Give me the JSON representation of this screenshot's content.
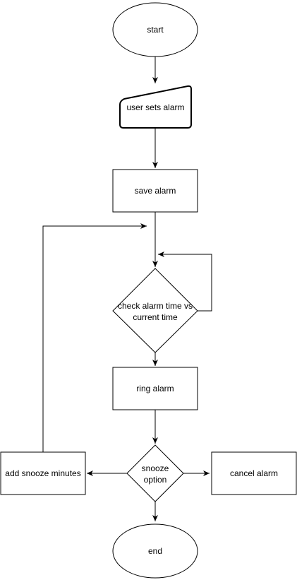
{
  "diagram": {
    "nodes": {
      "start": {
        "label": "start",
        "shape": "ellipse"
      },
      "user_sets_alarm": {
        "label": "user sets alarm",
        "shape": "manual-input"
      },
      "save_alarm": {
        "label": "save alarm",
        "shape": "rectangle"
      },
      "check_time": {
        "label": "check alarm time vs\ncurrent time",
        "shape": "diamond"
      },
      "ring_alarm": {
        "label": "ring alarm",
        "shape": "rectangle"
      },
      "snooze_option": {
        "label": "snooze\noption",
        "shape": "diamond"
      },
      "add_snooze": {
        "label": "add snooze minutes",
        "shape": "rectangle"
      },
      "cancel_alarm": {
        "label": "cancel alarm",
        "shape": "rectangle"
      },
      "end": {
        "label": "end",
        "shape": "ellipse"
      }
    },
    "edges": [
      {
        "from": "start",
        "to": "user_sets_alarm"
      },
      {
        "from": "user_sets_alarm",
        "to": "save_alarm"
      },
      {
        "from": "save_alarm",
        "to": "check_time"
      },
      {
        "from": "check_time",
        "to": "check_time"
      },
      {
        "from": "check_time",
        "to": "ring_alarm"
      },
      {
        "from": "ring_alarm",
        "to": "snooze_option"
      },
      {
        "from": "snooze_option",
        "to": "add_snooze"
      },
      {
        "from": "snooze_option",
        "to": "cancel_alarm"
      },
      {
        "from": "snooze_option",
        "to": "end"
      },
      {
        "from": "add_snooze",
        "to": "check_time"
      }
    ],
    "colors": {
      "stroke": "#000000",
      "fill": "#ffffff",
      "text": "#000000"
    }
  }
}
